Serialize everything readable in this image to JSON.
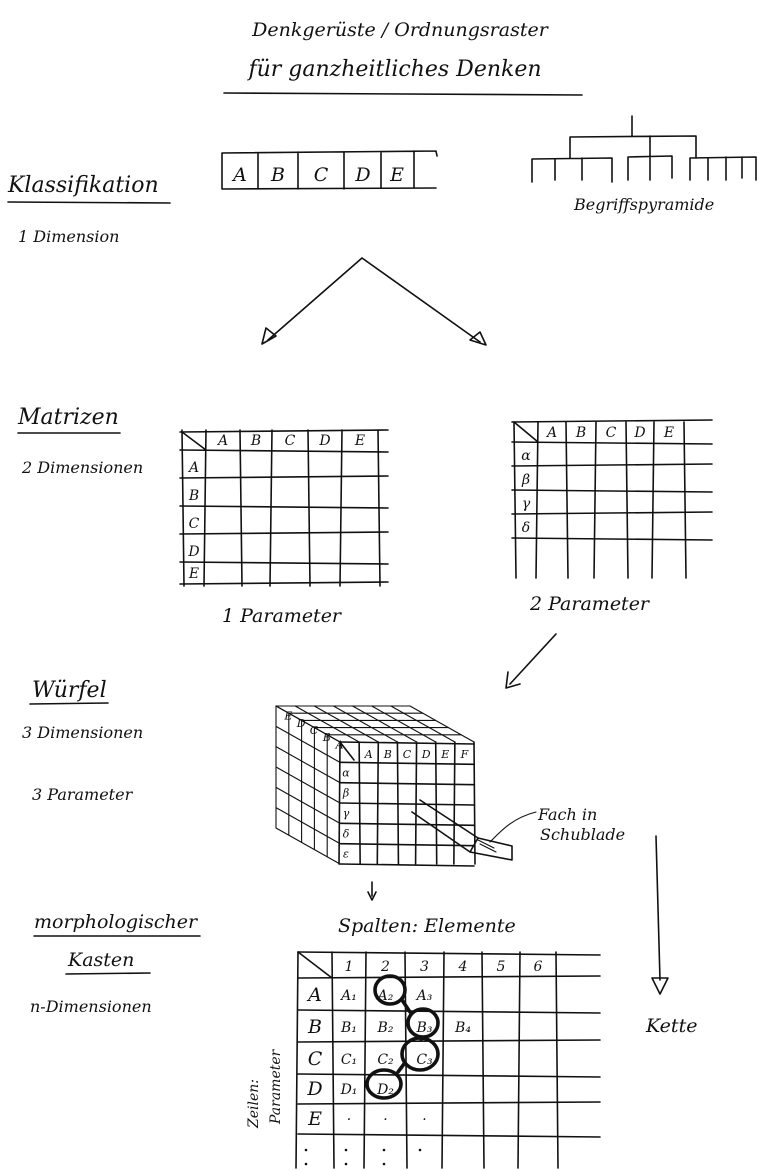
{
  "header": {
    "line1": "Denkgerüste / Ordnungsraster",
    "line2": "für ganzheitliches Denken"
  },
  "section_classification": {
    "title": "Klassifikation",
    "dimension": "1 Dimension",
    "boxes": [
      "A",
      "B",
      "C",
      "D",
      "E"
    ],
    "pyramid_label": "Begriffspyramide"
  },
  "section_matrices": {
    "title": "Matrizen",
    "dimension": "2 Dimensionen",
    "matrix1": {
      "cols": [
        "A",
        "B",
        "C",
        "D",
        "E"
      ],
      "rows": [
        "A",
        "B",
        "C",
        "D",
        "E"
      ],
      "label": "1 Parameter"
    },
    "matrix2": {
      "cols": [
        "A",
        "B",
        "C",
        "D",
        "E"
      ],
      "rows": [
        "α",
        "β",
        "γ",
        "δ"
      ],
      "label": "2 Parameter"
    }
  },
  "section_cube": {
    "title": "Würfel",
    "dimension": "3 Dimensionen",
    "parameters": "3 Parameter",
    "front_cols": [
      "A",
      "B",
      "C",
      "D",
      "E",
      "F"
    ],
    "front_rows": [
      "α",
      "β",
      "γ",
      "δ",
      "ε"
    ],
    "top_labels": [
      "E",
      "D",
      "C",
      "B",
      "A"
    ],
    "drawer_label_1": "Fach in",
    "drawer_label_2": "Schublade"
  },
  "section_morph": {
    "title_1": "morphologischer",
    "title_2": "Kasten",
    "dimension": "n-Dimensionen",
    "columns_label": "Spalten: Elemente",
    "rows_label_1": "Zeilen:",
    "rows_label_2": "Parameter",
    "chain_label": "Kette",
    "col_numbers": [
      "1",
      "2",
      "3",
      "4",
      "5",
      "6"
    ],
    "row_letters": [
      "A",
      "B",
      "C",
      "D",
      "E"
    ],
    "cells": [
      [
        "A₁",
        "A₂",
        "A₃",
        "",
        "",
        ""
      ],
      [
        "B₁",
        "B₂",
        "B₃",
        "B₄",
        "",
        ""
      ],
      [
        "C₁",
        "C₂",
        "C₃",
        "",
        "",
        ""
      ],
      [
        "D₁",
        "D₂",
        "",
        "",
        "",
        ""
      ],
      [
        "·",
        "·",
        "·",
        "",
        "",
        ""
      ]
    ]
  }
}
